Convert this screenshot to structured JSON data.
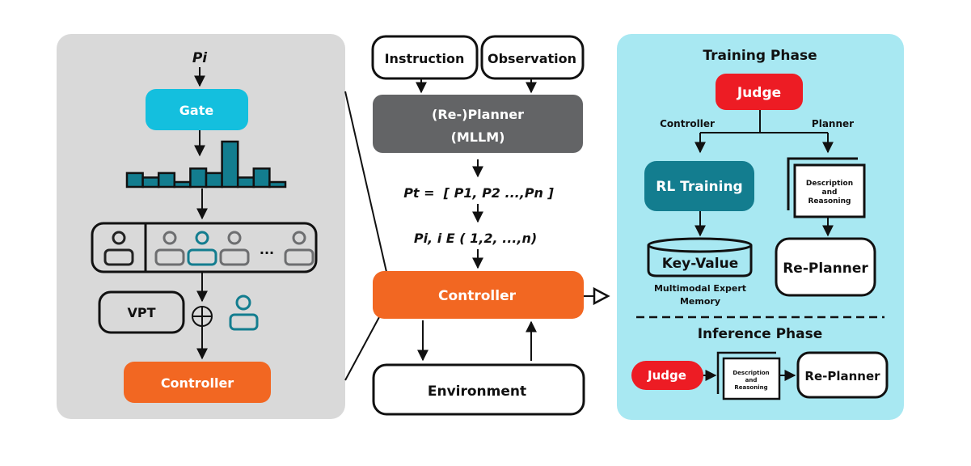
{
  "colors": {
    "left_panel_bg": "#d9d9d9",
    "right_panel_bg": "#a8e8f2",
    "gate": "#14bfde",
    "controller": "#f26722",
    "planner": "#636466",
    "teal": "#137d8f",
    "judge": "#ed1c24",
    "expert_gray": "#6d6e70",
    "ink": "#111111"
  },
  "left_panel": {
    "input_label": "Pi",
    "gate_label": "Gate",
    "gate_distribution": [
      3,
      2,
      3,
      1,
      4,
      3,
      10,
      2,
      4,
      1
    ],
    "experts": {
      "shared_count": 1,
      "routed_count": 5,
      "selected_index": 1,
      "ellipsis": "···"
    },
    "vpt_label": "VPT",
    "add_symbol": "⊕",
    "controller_label": "Controller"
  },
  "center": {
    "instruction_label": "Instruction",
    "observation_label": "Observation",
    "planner_line1": "(Re-)Planner",
    "planner_line2": "(MLLM)",
    "plan_formula": "Pt =  [ P1, P2 ...,Pn ]",
    "subplan_formula": "Pi, i E ( 1,2, ...,n)",
    "controller_label": "Controller",
    "environment_label": "Environment"
  },
  "right_panel": {
    "training_title": "Training Phase",
    "judge_label": "Judge",
    "branch_controller": "Controller",
    "branch_planner": "Planner",
    "rl_training_label": "RL Training",
    "doc_line1": "Description",
    "doc_line2": "and",
    "doc_line3": "Reasoning",
    "key_value_label": "Key-Value",
    "memory_line1": "Multimodal Expert",
    "memory_line2": "Memory",
    "replanner_label": "Re-Planner",
    "inference_title": "Inference Phase",
    "inf_judge_label": "Judge",
    "inf_doc_line1": "Description",
    "inf_doc_line2": "and",
    "inf_doc_line3": "Reasoning",
    "inf_replanner_label": "Re-Planner"
  }
}
